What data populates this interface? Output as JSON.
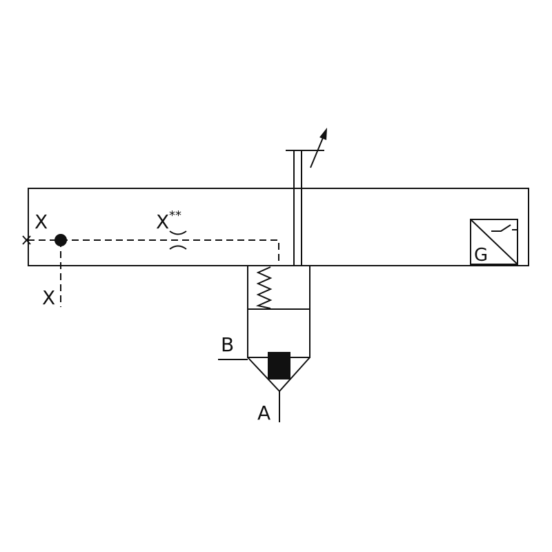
{
  "labels": {
    "port_x_left": "X",
    "port_x_bottom": "X",
    "orifice_label": "X",
    "orifice_note": "**",
    "port_b": "B",
    "port_a": "A",
    "sensor_letter": "G"
  },
  "colors": {
    "line": "#111111",
    "background": "#ffffff"
  }
}
